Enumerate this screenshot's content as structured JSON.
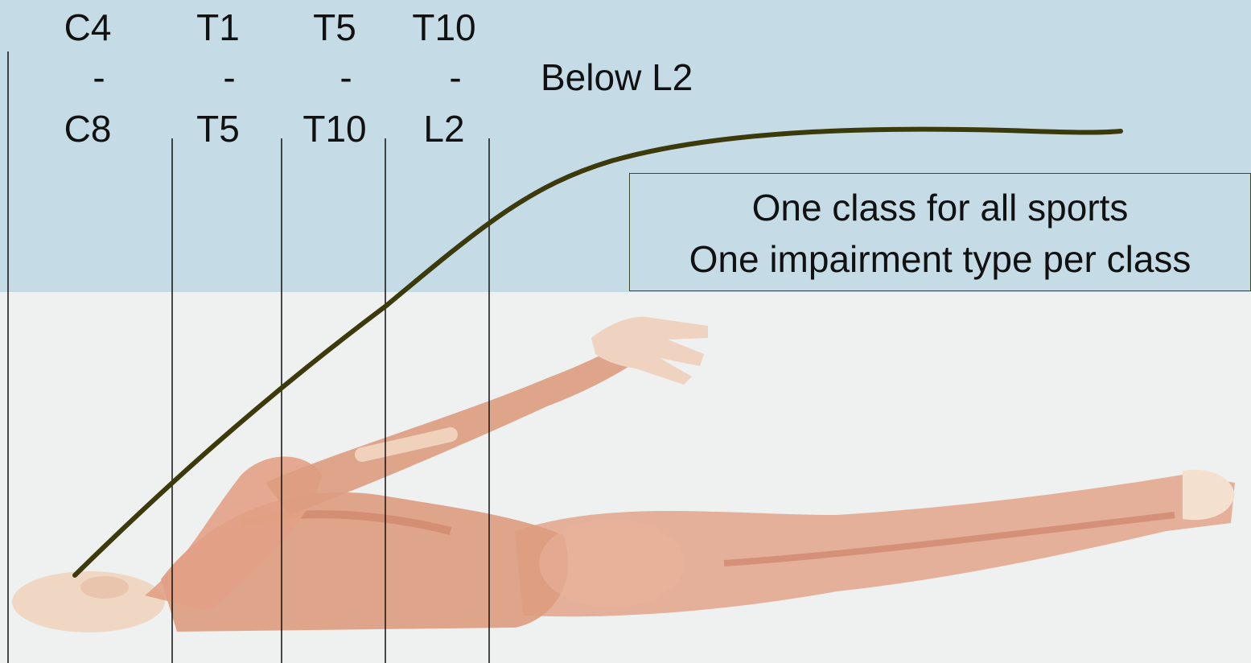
{
  "columns": [
    {
      "top": "C4",
      "dash": "-",
      "bottom": "C8"
    },
    {
      "top": "T1",
      "dash": "-",
      "bottom": "T5"
    },
    {
      "top": "T5",
      "dash": "-",
      "bottom": "T10"
    },
    {
      "top": "T10",
      "dash": "-",
      "bottom": "L2"
    }
  ],
  "below_label": "Below L2",
  "callout": {
    "line1": "One class for all sports",
    "line2": "One impairment type per class"
  },
  "colors": {
    "sky": "#c5dce7",
    "curve": "#3c3a0a",
    "muscle": "#d9957a",
    "skin": "#f2dcc8"
  },
  "icons": {
    "figure": "muscular-body-illustration"
  }
}
